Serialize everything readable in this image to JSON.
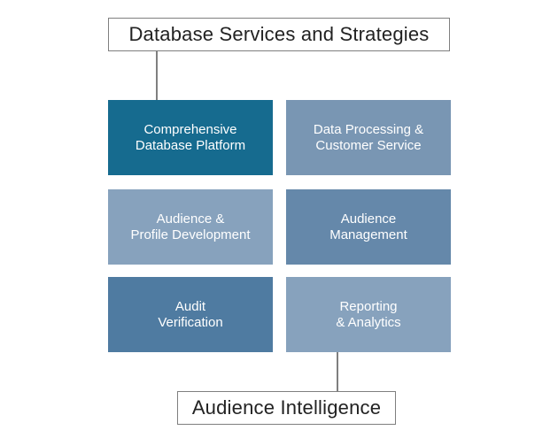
{
  "diagram": {
    "top_label": "Database Services and Strategies",
    "bottom_label": "Audience Intelligence",
    "tiles": [
      {
        "line1": "Comprehensive",
        "line2": "Database Platform",
        "color": "#166b8f"
      },
      {
        "line1": "Data Processing &",
        "line2": "Customer Service",
        "color": "#7996b3"
      },
      {
        "line1": "Audience &",
        "line2": "Profile Development",
        "color": "#87a2bd"
      },
      {
        "line1": "Audience",
        "line2": "Management",
        "color": "#6588aa"
      },
      {
        "line1": "Audit",
        "line2": "Verification",
        "color": "#4f7ba1"
      },
      {
        "line1": "Reporting",
        "line2": "& Analytics",
        "color": "#87a2bd"
      }
    ]
  }
}
